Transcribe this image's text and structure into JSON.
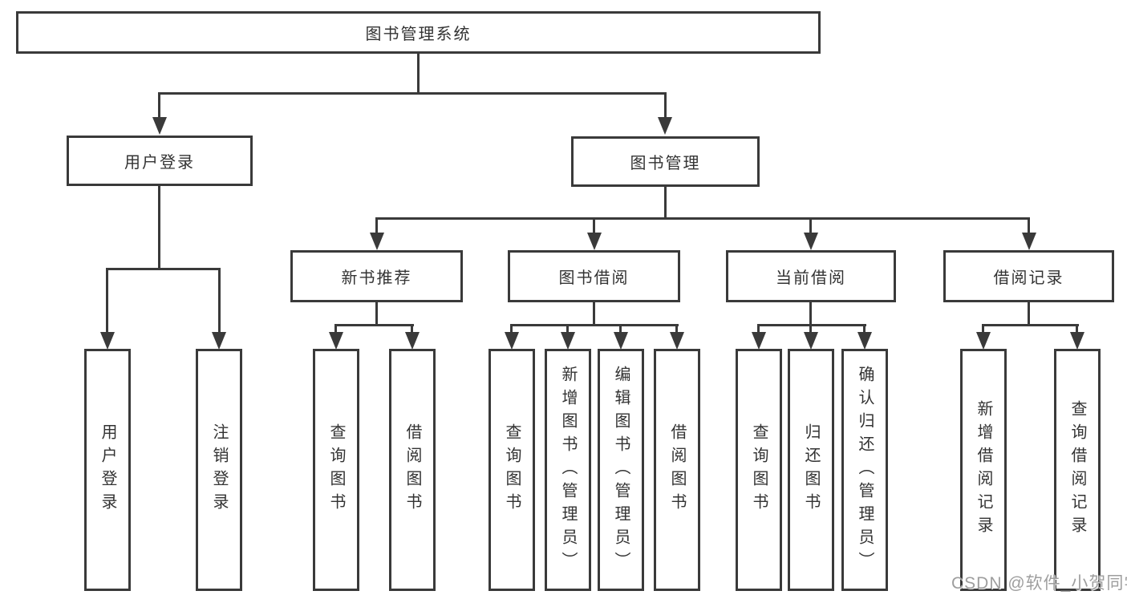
{
  "diagram": {
    "root": {
      "label": "图书管理系统"
    },
    "level2": [
      {
        "id": "user-login",
        "label": "用户登录"
      },
      {
        "id": "book-management",
        "label": "图书管理"
      }
    ],
    "level3": [
      {
        "id": "new-book-recommend",
        "parent": "图书管理",
        "label": "新书推荐"
      },
      {
        "id": "book-borrow",
        "parent": "图书管理",
        "label": "图书借阅"
      },
      {
        "id": "current-borrow",
        "parent": "图书管理",
        "label": "当前借阅"
      },
      {
        "id": "borrow-records",
        "parent": "图书管理",
        "label": "借阅记录"
      }
    ],
    "leaves": [
      {
        "parent": "用户登录",
        "label": "用户登录"
      },
      {
        "parent": "用户登录",
        "label": "注销登录"
      },
      {
        "parent": "新书推荐",
        "label": "查询图书"
      },
      {
        "parent": "新书推荐",
        "label": "借阅图书"
      },
      {
        "parent": "图书借阅",
        "label": "查询图书"
      },
      {
        "parent": "图书借阅",
        "label": "新增图书（管理员）"
      },
      {
        "parent": "图书借阅",
        "label": "编辑图书（管理员）"
      },
      {
        "parent": "图书借阅",
        "label": "借阅图书"
      },
      {
        "parent": "当前借阅",
        "label": "查询图书"
      },
      {
        "parent": "当前借阅",
        "label": "归还图书"
      },
      {
        "parent": "当前借阅",
        "label": "确认归还（管理员）"
      },
      {
        "parent": "借阅记录",
        "label": "新增借阅记录"
      },
      {
        "parent": "借阅记录",
        "label": "查询借阅记录"
      }
    ]
  },
  "watermark": {
    "text": "CSDN @软件_小贺同学"
  },
  "colors": {
    "line": "#3a3a3a",
    "text": "#333333",
    "watermark": "#9e9e9e",
    "background": "#ffffff"
  }
}
